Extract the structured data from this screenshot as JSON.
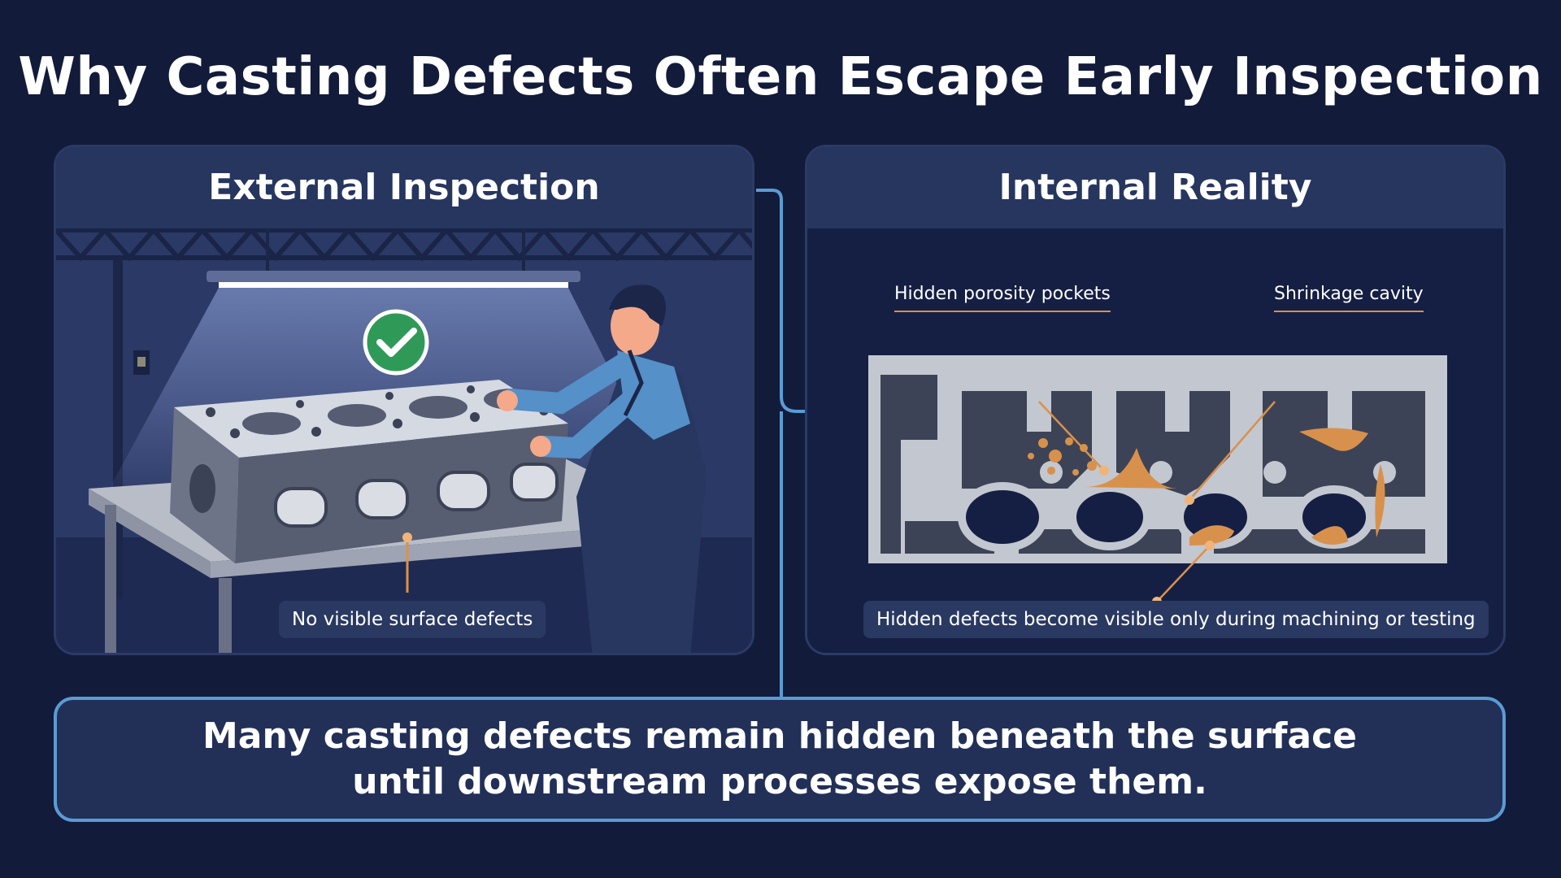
{
  "title": "Why Casting Defects Often Escape Early Inspection",
  "left_panel": {
    "heading": "External Inspection",
    "caption": "No visible surface defects"
  },
  "right_panel": {
    "heading": "Internal Reality",
    "callout_porosity": "Hidden porosity pockets",
    "callout_shrinkage": "Shrinkage cavity",
    "caption": "Hidden defects become visible only during machining or testing"
  },
  "summary": {
    "line1": "Many casting defects remain hidden beneath the surface",
    "line2": "until downstream processes expose them."
  },
  "colors": {
    "background": "#121b3a",
    "panel_header": "#26365f",
    "accent_blue": "#5b9bd4",
    "defect_orange": "#d8914c",
    "check_green": "#2f9a57"
  },
  "icons": [
    "check-icon",
    "arrow-right-icon"
  ]
}
